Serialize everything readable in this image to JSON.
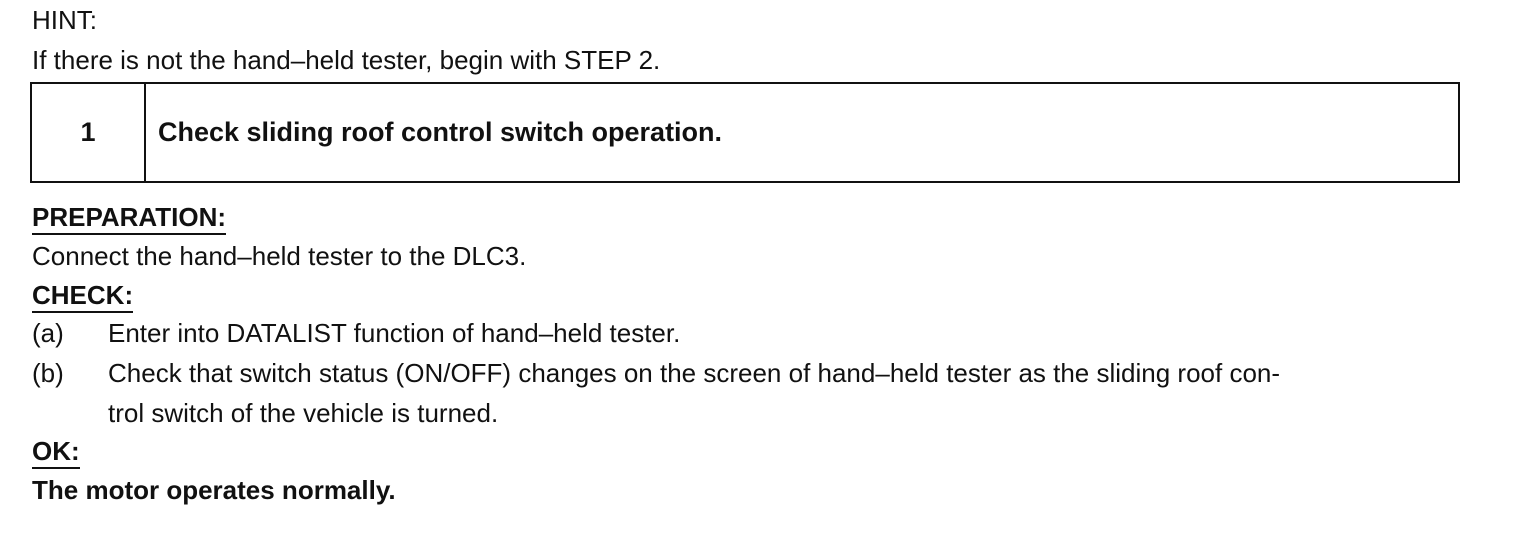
{
  "hint": {
    "label": "HINT:",
    "text": "If there is not the hand–held tester, begin with STEP 2."
  },
  "step": {
    "number": "1",
    "title": "Check sliding roof control switch operation."
  },
  "preparation": {
    "heading": "PREPARATION:",
    "text": "Connect the hand–held tester to the DLC3."
  },
  "check": {
    "heading": "CHECK:",
    "items": [
      {
        "label": "(a)",
        "text": "Enter into DATALIST function of hand–held tester."
      },
      {
        "label": "(b)",
        "line1": "Check that switch status (ON/OFF) changes on the screen of hand–held tester as the sliding roof con-",
        "line2": "trol switch of the vehicle is turned."
      }
    ]
  },
  "ok": {
    "heading": "OK:",
    "text": "The motor operates normally."
  }
}
